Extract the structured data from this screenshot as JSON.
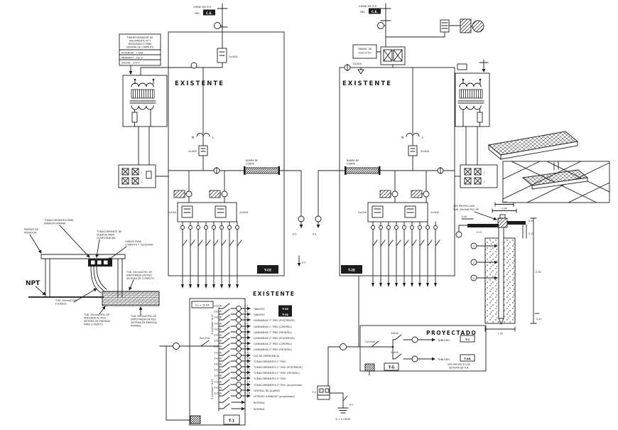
{
  "colors": {
    "ink": "#1c1c1c",
    "paper": "#ffffff"
  },
  "blocks": {
    "pt": "P.T.",
    "left": {
      "title": "EXISTENTE",
      "tag": "T-CE",
      "feed1": "VIENE DE R.P.",
      "feed2": "DEL",
      "feed_tag": "C.E.",
      "brk_top": "2x40A",
      "brk_mid": "2x40A",
      "bus1": "BARRA DE",
      "bus2": "COBRE",
      "n": "N",
      "l": "L",
      "sub_l": "2x15A",
      "sub_r": "2x40A",
      "spec_t1": "TRANSFORMADOR DE",
      "spec_t2": "AISLAMIENTO N°1",
      "spec_t3": "MONOFASICO PARA",
      "spec_t4": "SISTEMA DE COMPUTO",
      "spec_r1": "POTENCIA : 7 KVA",
      "spec_r2": "PRIMARIO : 220 V",
      "spec_r3": "SALIDA : 220 V"
    },
    "right": {
      "title": "EXISTENTE",
      "tag": "T-2E",
      "feed1": "VIENE DE R.P.",
      "feed2": "DEL",
      "feed_tag": "C.E.",
      "brk_edge": "2x30A",
      "brk_mid": "2x40A",
      "bus1": "BARRA DE",
      "bus2": "COBRE",
      "n": "N",
      "l": "L",
      "sub_l": "2x15A",
      "sub_r": "2x40A",
      "bank_l1": "TRANSF. 3Ø",
      "bank_l2": "10/0.22 KV"
    }
  },
  "schedule": {
    "title": "EXISTENTE",
    "icc": "Icc = 10 KA",
    "main": "3x125A",
    "feeder_top": "3-1x25mm² N.YY",
    "feeder_bottom": "3-1x35mm² N.YY",
    "panel_tag": "T-1",
    "reserve1": "RESERVA",
    "reserve2": "RESERVA",
    "rows": [
      {
        "brk": "2x20A",
        "id": "C-1",
        "desc": "TABLERO",
        "tag": "T-2E"
      },
      {
        "brk": "2x20A",
        "id": "C-2",
        "desc": "TABLERO",
        "tag": "T-CE"
      },
      {
        "brk": "2x20A",
        "id": "C-3",
        "desc": "LUMINARIAS 1° PISO (POSTERIOR)"
      },
      {
        "brk": "2x20A",
        "id": "C-4",
        "desc": "LUMINARIAS 1° PISO (CENTRAL)"
      },
      {
        "brk": "2x20A",
        "id": "C-5",
        "desc": "LUMINARIAS 1° PISO (FRONTAL)"
      },
      {
        "brk": "2x20A",
        "id": "C-6",
        "desc": "LUMINARIAS 2° PISO (POSTERIOR)"
      },
      {
        "brk": "2x20A",
        "id": "C-7",
        "desc": "LUMINARIAS 2° PISO (CENTRAL)"
      },
      {
        "brk": "2x20A",
        "id": "C-8",
        "desc": "LUMINARIAS 2° PISO (FRONTAL)"
      },
      {
        "brk": "2x20A",
        "id": "C-9",
        "desc": "LUZ DE EMERGENCIA"
      },
      {
        "brk": "2x20A",
        "id": "C-10",
        "desc": "TOMACORRIENTES 1° PISO"
      },
      {
        "brk": "2x20A",
        "id": "C-11",
        "desc": "TOMACORRIENTES 1° PISO (POSTERIOR)"
      },
      {
        "brk": "2x20A",
        "id": "C-12",
        "desc": "TOMACORRIENTES 1° PISO (FRONTAL)"
      },
      {
        "brk": "2x20A",
        "id": "C-13",
        "desc": "TOMACORRIENTES 2° PISO"
      },
      {
        "brk": "2x30A",
        "id": "C-14",
        "desc": "TOMACORRIENTES 2° PISO (proyectado)"
      },
      {
        "brk": "2x20A",
        "id": "C-15",
        "desc": "CENTRAL DE ALARMA"
      },
      {
        "brk": "2x30A",
        "id": "C-16",
        "desc": "LETRERO LUMINOSO (proyectado)"
      }
    ]
  },
  "proyectado": {
    "title": "PROYECTADO",
    "main": "2x100A",
    "tag": "T-G",
    "note1": "VER PROYECTO DE",
    "note2": "SISTEMA DE A.A.",
    "rows": [
      {
        "brk": "2x60A",
        "desc": "TABLERO",
        "tag": "T-1"
      },
      {
        "brk": "2x40A",
        "desc": "TABLERO",
        "tag": "T-AA"
      }
    ]
  },
  "service": {
    "box_tag": "T-2",
    "pt": "P.T.",
    "note": "R < 5 OHMS"
  },
  "wall": {
    "npt": "NPT",
    "l1a": "MUEBLE DE",
    "l1b": "ATENCION",
    "l2a": "TOMACORRIENTES PARA",
    "l2b": "ENERGIA NORMAL",
    "l3a": "TOMACORRIENTE DE",
    "l3b": "ENERGIA PARA",
    "l3c": "COMPUTADORA",
    "l4a": "CABLES PARA",
    "l4b": "COMPUTO Y TELEFONO",
    "l5a": "TUB. 25mmØ-PVC-SP",
    "l5b": "EMPOTRADA EN PISO",
    "l5c": "SISTEMA DE COMPUTO",
    "l6a": "TUB. 20mmØ-PVC",
    "l6b": "FLEXIBLE",
    "l7a": "TUB. 20mmØ-PVC-SP",
    "l7b": "ADOSADA AL PISO",
    "l7c": "SISTEMA DE ENERGIA",
    "l7d": "PARA COMPUTO",
    "l8a": "TUB. 20mmØ-PVC-SP",
    "l8b": "EMPOTRADA EN PISO",
    "l8c": "SISTEMA DE ENERGIA",
    "l8d": "NORMAL"
  },
  "well": {
    "note1": "VER PROYECCION",
    "note2": "TUB. 25mmØ PVC-SP",
    "d040a": "0.40",
    "d060": "0.60",
    "d040l": "0.40",
    "d015l": "0.15",
    "d040r": "0.40",
    "d015r": "0.15",
    "depth": "2.30",
    "d020": "0.20",
    "d100": "1.00",
    "c1": "1",
    "c2": "2",
    "c3": "3"
  }
}
